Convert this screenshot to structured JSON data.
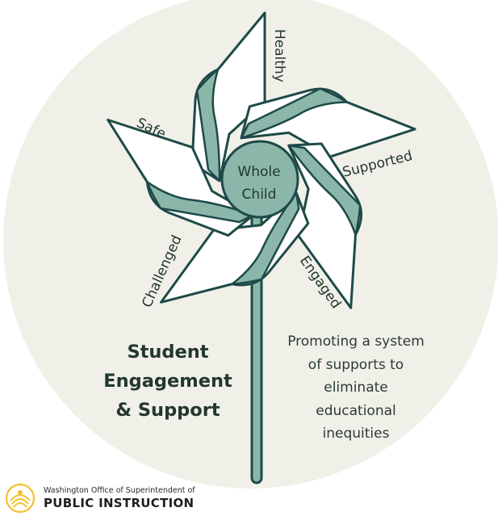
{
  "center_label": {
    "line1": "Whole",
    "line2": "Child"
  },
  "blades": [
    {
      "id": "healthy",
      "label": "Healthy"
    },
    {
      "id": "supported",
      "label": "Supported"
    },
    {
      "id": "engaged",
      "label": "Engaged"
    },
    {
      "id": "challenged",
      "label": "Challenged"
    },
    {
      "id": "safe",
      "label": "Safe"
    }
  ],
  "title": {
    "line1": "Student",
    "line2": "Engagement",
    "line3": "& Support"
  },
  "tagline": {
    "line1": "Promoting a system",
    "line2": "of supports to",
    "line3": "eliminate",
    "line4": "educational",
    "line5": "inequities"
  },
  "footer": {
    "line1": "Washington Office of Superintendent of",
    "line2": "PUBLIC INSTRUCTION"
  },
  "colors": {
    "background_circle": "#f1f0e8",
    "outline": "#1d4a48",
    "accent_teal": "#8bb7aa",
    "blade_fill": "#ffffff",
    "text_dark": "#22372f",
    "logo_gold": "#f5c02a"
  }
}
